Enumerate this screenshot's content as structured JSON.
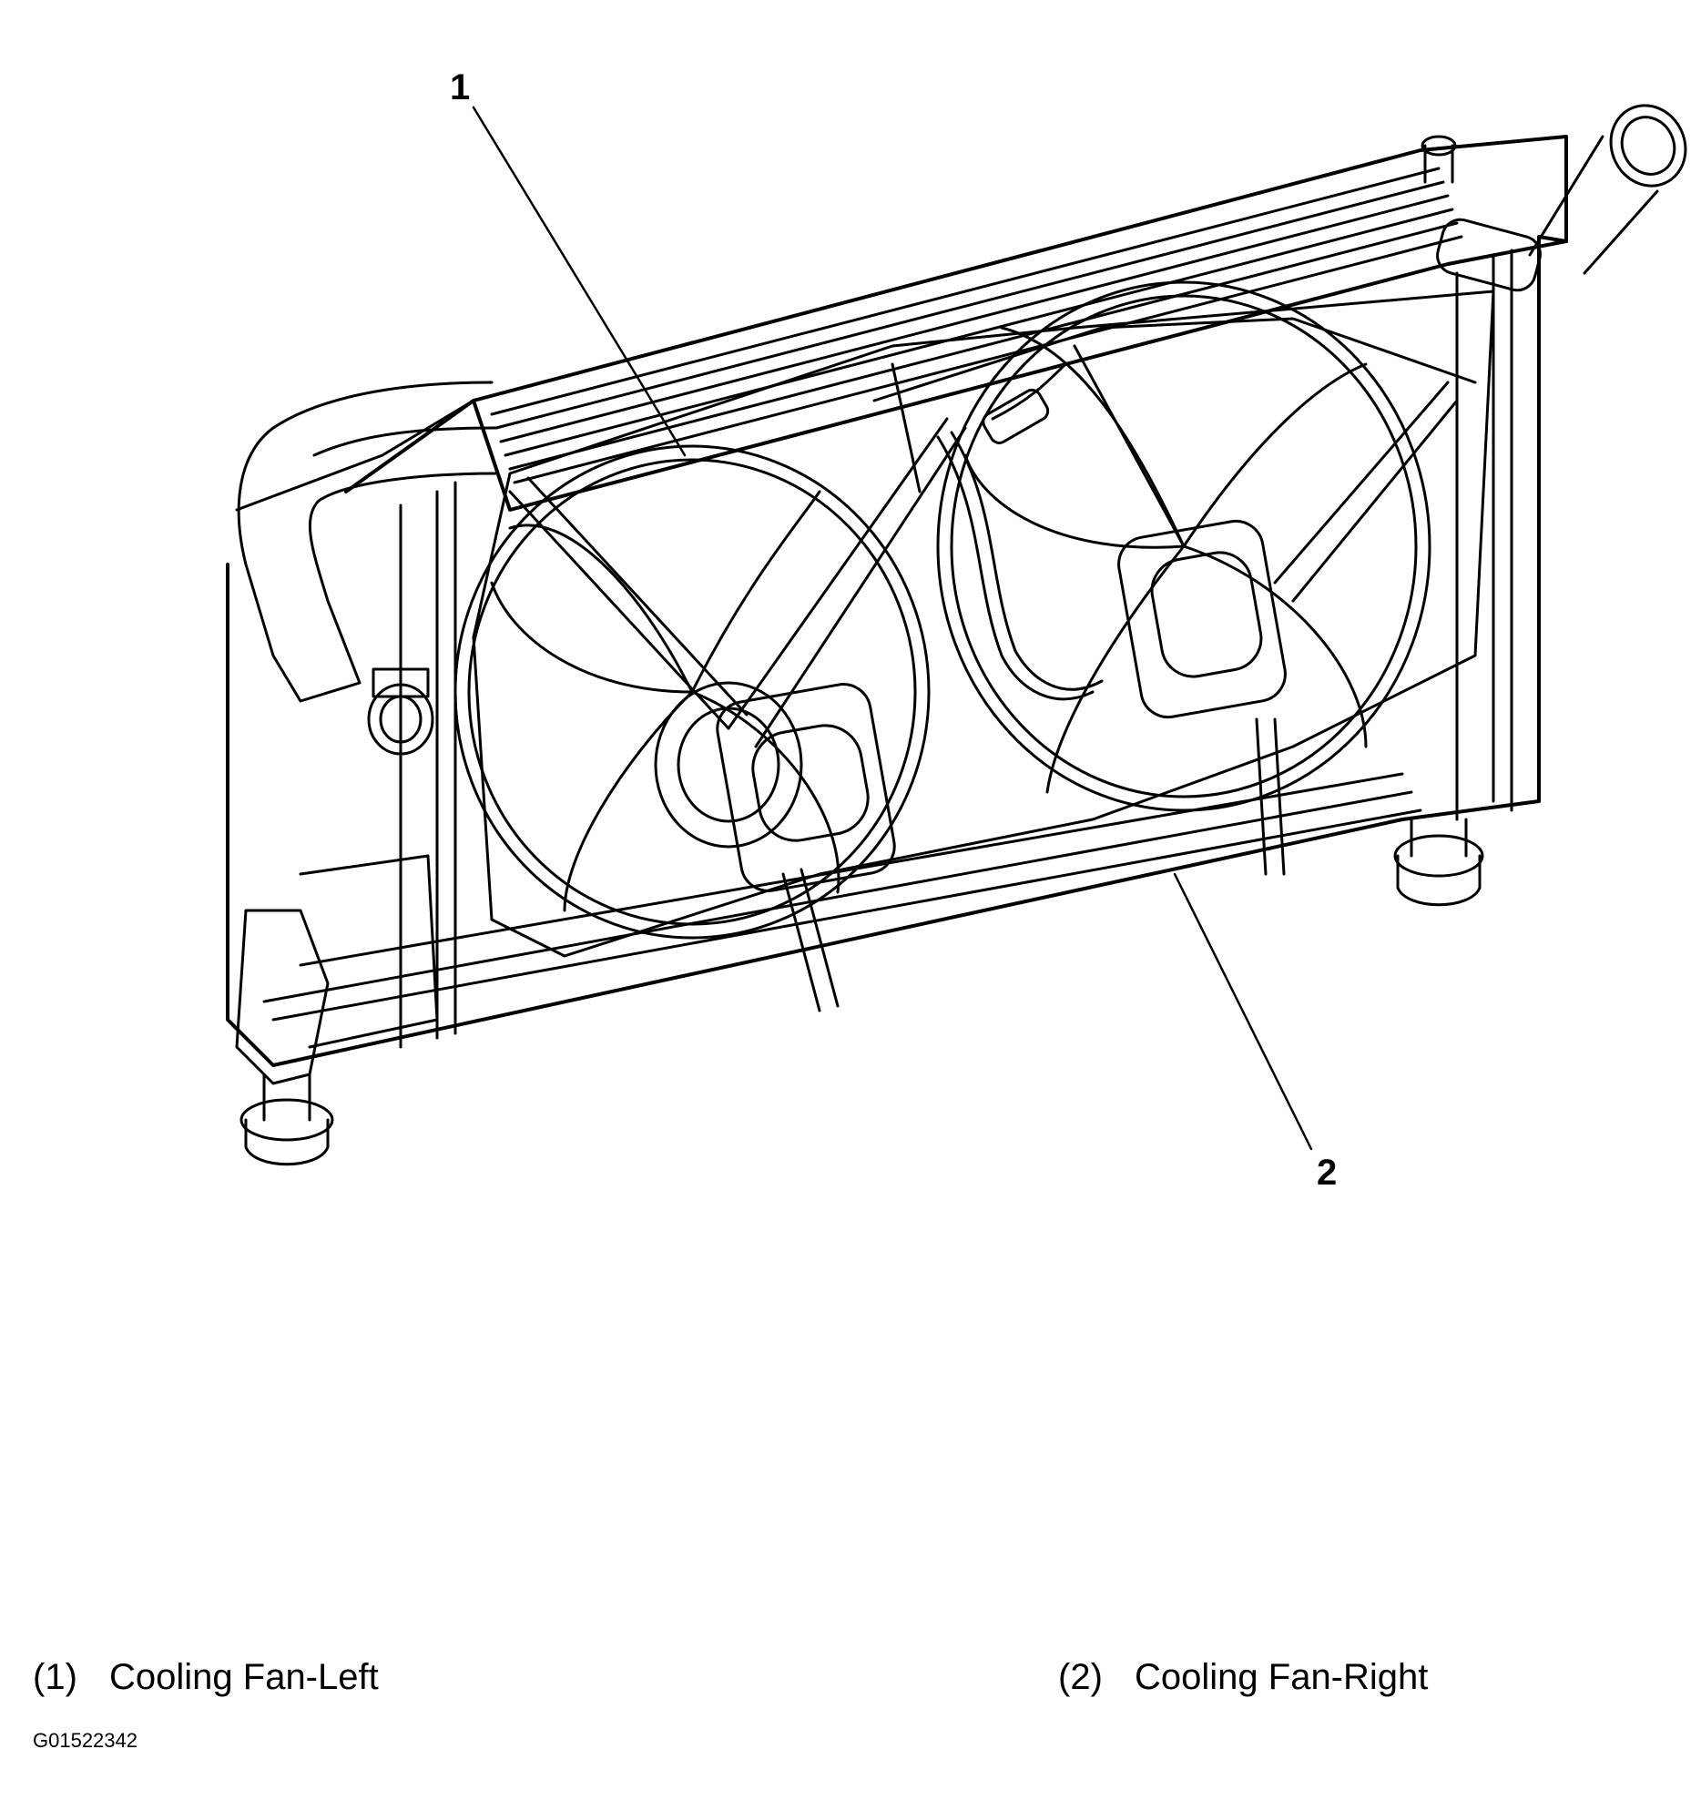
{
  "callouts": [
    {
      "number": "1"
    },
    {
      "number": "2"
    }
  ],
  "legend": [
    {
      "number": "(1)",
      "label": "Cooling Fan-Left"
    },
    {
      "number": "(2)",
      "label": "Cooling Fan-Right"
    }
  ],
  "figure_id": "G01522342",
  "colors": {
    "line": "#000000",
    "background": "#ffffff"
  }
}
